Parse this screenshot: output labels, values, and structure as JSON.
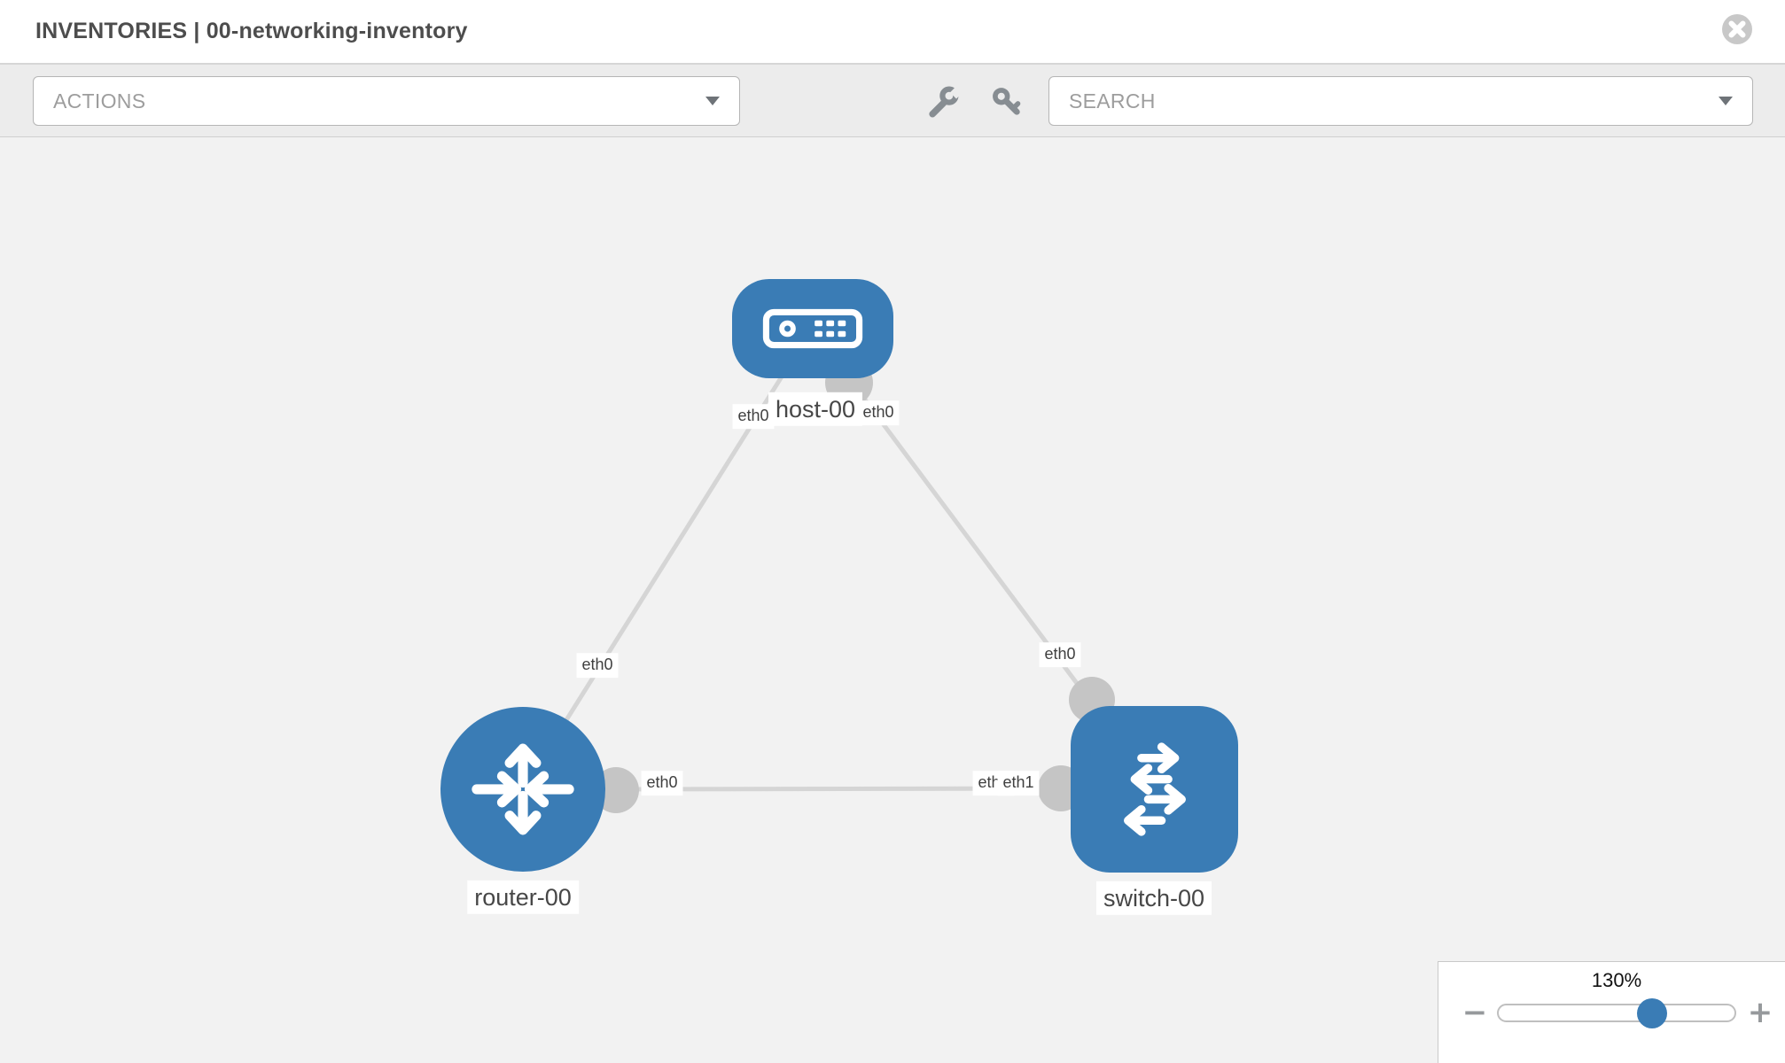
{
  "header": {
    "title": "INVENTORIES | 00-networking-inventory"
  },
  "toolbar": {
    "actions_placeholder": "ACTIONS",
    "search_placeholder": "SEARCH",
    "icons": [
      "wrench-icon",
      "key-icon"
    ]
  },
  "topology": {
    "nodes": [
      {
        "id": "host-00",
        "type": "host",
        "label": "host-00"
      },
      {
        "id": "router-00",
        "type": "router",
        "label": "router-00"
      },
      {
        "id": "switch-00",
        "type": "switch",
        "label": "switch-00"
      }
    ],
    "links": [
      {
        "from": "host-00",
        "to": "router-00",
        "from_label": "eth0",
        "to_label": "eth0"
      },
      {
        "from": "host-00",
        "to": "switch-00",
        "from_label": "eth0",
        "to_label": "eth0"
      },
      {
        "from": "router-00",
        "to": "switch-00",
        "from_label": "eth0",
        "to_label": "eth1",
        "to_label_ghost": "eth1"
      }
    ]
  },
  "zoom_control": {
    "level": "130%",
    "minus_glyph": "−",
    "plus_glyph": "+"
  },
  "colors": {
    "node_blue": "#3a7cb5",
    "link_gray": "#d5d5d5",
    "port_gray": "#c5c5c5",
    "canvas_bg": "#f2f2f2",
    "toolbar_bg": "#ececec",
    "icon_gray": "#878d92"
  }
}
